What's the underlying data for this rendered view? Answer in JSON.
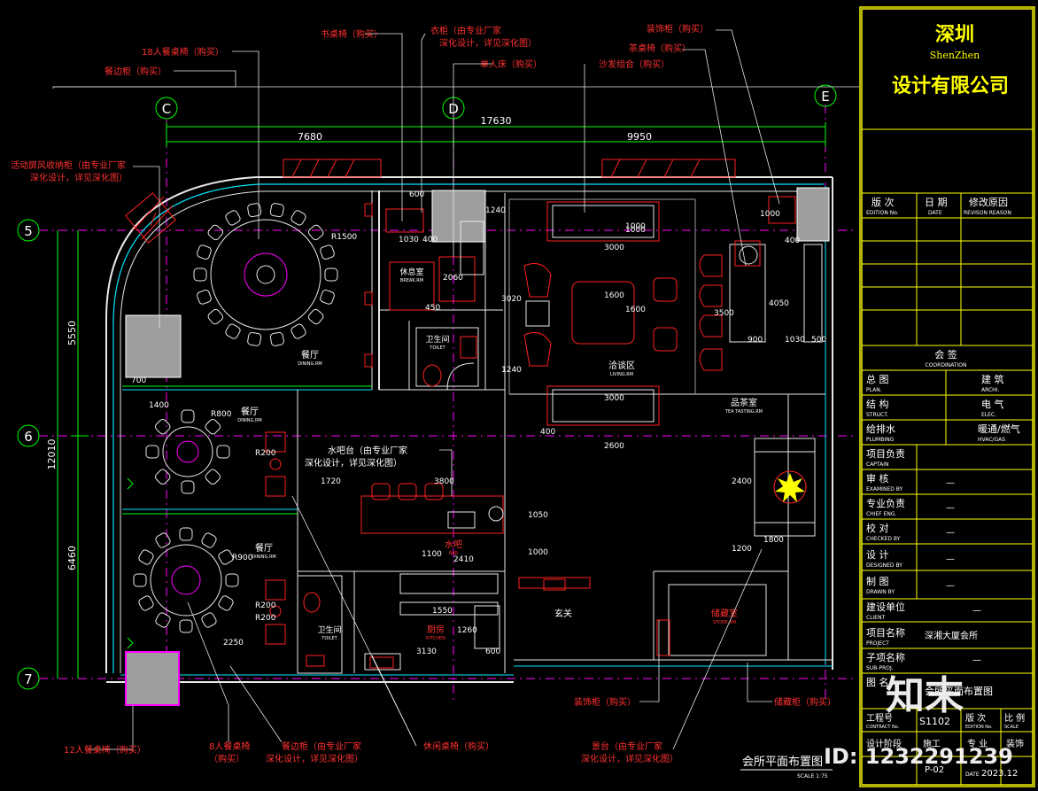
{
  "axes": {
    "col_labels": [
      "C",
      "D",
      "E"
    ],
    "row_labels": [
      "5",
      "6",
      "7"
    ]
  },
  "dimensions": {
    "total_top": "17630",
    "top_left": "7680",
    "top_right": "9950",
    "left_total": "12010",
    "left_upper": "5550",
    "left_lower": "6460",
    "misc": [
      "600",
      "1030",
      "400",
      "1240",
      "2060",
      "450",
      "3020",
      "1240",
      "1000",
      "3000",
      "1600",
      "1600",
      "1000",
      "3000",
      "400",
      "2600",
      "1000",
      "400",
      "3500",
      "900",
      "1030",
      "500",
      "4050",
      "1400",
      "700",
      "1720",
      "3800",
      "1050",
      "1100",
      "2410",
      "1000",
      "1550",
      "1260",
      "3130",
      "600",
      "2250",
      "R200",
      "R200",
      "R200",
      "R1500",
      "2400",
      "1800",
      "1200",
      "R800",
      "R900"
    ]
  },
  "rooms": {
    "dining_big": {
      "cn": "餐厅",
      "en": "DINING.RM"
    },
    "rest": {
      "cn": "休息室",
      "en": "BREAK.RM"
    },
    "toilet1": {
      "cn": "卫生间",
      "en": "TOILET"
    },
    "living": {
      "cn": "洽谈区",
      "en": "LIVING.RM"
    },
    "tea": {
      "cn": "品茶室",
      "en": "TEA TASTING.RM"
    },
    "dining2": {
      "cn": "餐厅",
      "en": "DINING.RM"
    },
    "dining3": {
      "cn": "餐厅",
      "en": "DINING.RM"
    },
    "bar": {
      "cn": "水吧",
      "en": "BAR"
    },
    "kitchen": {
      "cn": "厨房",
      "en": "KITCHEN"
    },
    "entry": {
      "cn": "玄关"
    },
    "store": {
      "cn": "储藏室",
      "en": "STORE.RM"
    },
    "toilet2": {
      "cn": "卫生间",
      "en": "TOILET"
    }
  },
  "annotations": {
    "top": [
      "书桌椅（购买）",
      "衣柜（由专业厂家",
      "深化设计，详见深化图）",
      "单人床（购买）",
      "沙发组合（购买）",
      "装饰柜（购买）",
      "茶桌椅（购买）",
      "18人餐桌椅（购买）",
      "餐边柜（购买）"
    ],
    "left": [
      "活动屏风收纳柜（由专业厂家",
      "深化设计，详见深化图）"
    ],
    "middle": [
      "水吧台（由专业厂家",
      "深化设计，详见深化图）"
    ],
    "bottom": [
      "装饰柜（购买）",
      "储藏柜（购买）",
      "12人餐桌椅（购买）",
      "8人餐桌椅",
      "（购买）",
      "餐边柜（由专业厂家",
      "深化设计，详见深化图）",
      "休闲桌椅（购买）",
      "景台（由专业厂家",
      "深化设计，详见深化图）"
    ]
  },
  "drawing_title": "会所平面布置图",
  "drawing_scale": "SCALE 1:75",
  "title_block": {
    "company_city_cn": "深圳",
    "company_city_en": "ShenZhen",
    "company_name": "设计有限公司",
    "revision_headers": [
      {
        "cn": "版 次",
        "en": "EDITION No."
      },
      {
        "cn": "日 期",
        "en": "DATE"
      },
      {
        "cn": "修改原因",
        "en": "REVISON REASON"
      }
    ],
    "coordination_cn": "会 签",
    "coordination_en": "COORDINATION",
    "coord_rows": [
      {
        "l_cn": "总 图",
        "l_en": "PLAN.",
        "r_cn": "建 筑",
        "r_en": "ARCHI."
      },
      {
        "l_cn": "结 构",
        "l_en": "STRUCT.",
        "r_cn": "电 气",
        "r_en": "ELEC."
      },
      {
        "l_cn": "给排水",
        "l_en": "PLUMBING",
        "r_cn": "暖通/燃气",
        "r_en": "HVAC/GAS"
      }
    ],
    "sign_rows": [
      {
        "cn": "项目负责",
        "en": "CAPTAIN",
        "value": ""
      },
      {
        "cn": "审 核",
        "en": "EXAMINED BY",
        "value": "—"
      },
      {
        "cn": "专业负责",
        "en": "CHIEF ENG.",
        "value": "—"
      },
      {
        "cn": "校 对",
        "en": "CHECKED BY",
        "value": "—"
      },
      {
        "cn": "设 计",
        "en": "DESIGNED BY",
        "value": "—"
      },
      {
        "cn": "制 图",
        "en": "DRAWN BY",
        "value": "—"
      },
      {
        "cn": "建设单位",
        "en": "CLIENT",
        "value": "—"
      },
      {
        "cn": "项目名称",
        "en": "PROJECT",
        "value": "深湘大厦会所"
      },
      {
        "cn": "子项名称",
        "en": "SUB-PROJ.",
        "value": "—"
      }
    ],
    "drawing_title_label": "图 名",
    "drawing_title_value": "会所平面布置图",
    "bottom_labels": [
      {
        "cn": "工程号",
        "en": "CONTRACT No."
      },
      {
        "cn": "S1102",
        "en": ""
      },
      {
        "cn": "版 次",
        "en": "EDITION No."
      },
      {
        "cn": "比 例",
        "en": "SCALE"
      }
    ],
    "last_row": {
      "label": "设计阶段",
      "value1": "施工",
      "label2": "专 业",
      "value2": "装饰"
    },
    "drawing_no": "P-02",
    "date_label": "DATE",
    "date_value": "2023.12"
  },
  "watermark": {
    "brand": "知末",
    "id_text": "ID: 1232291239"
  },
  "colors": {
    "background": "#000000",
    "title_block": "#ffff00",
    "walls": "#e8e8e8",
    "furniture": "#ff2020",
    "dimension": "#00ff00",
    "glass": "#00e5ff",
    "axis": "#ff00ff"
  }
}
